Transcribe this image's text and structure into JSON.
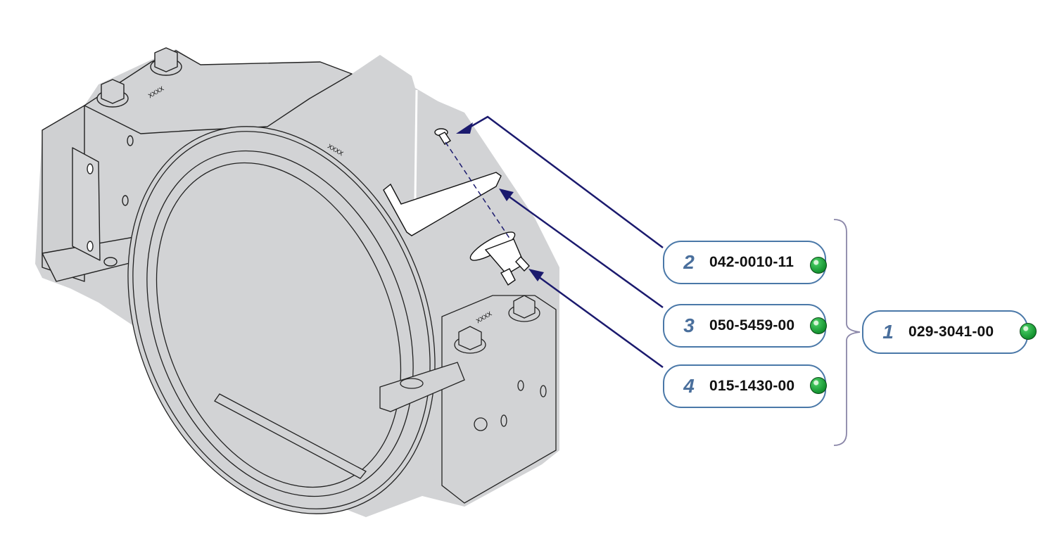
{
  "diagram": {
    "type": "exploded-parts-illustration",
    "colors": {
      "part_fill": "#d2d3d5",
      "leader_line": "#1b1a6e",
      "callout_border": "#4a78a8",
      "callout_number": "#4a6f9c",
      "bracket": "#8a86a8",
      "indicator_ball": "#1fa33b"
    },
    "stamp_labels": [
      "XXXX",
      "XXXX",
      "XXXX"
    ],
    "callouts": [
      {
        "number": "2",
        "part_number": "042-0010-11",
        "points_to": "rivet"
      },
      {
        "number": "3",
        "part_number": "050-5459-00",
        "points_to": "bracket"
      },
      {
        "number": "4",
        "part_number": "015-1430-00",
        "points_to": "thermostat"
      }
    ],
    "assembly": {
      "number": "1",
      "part_number": "029-3041-00"
    }
  }
}
